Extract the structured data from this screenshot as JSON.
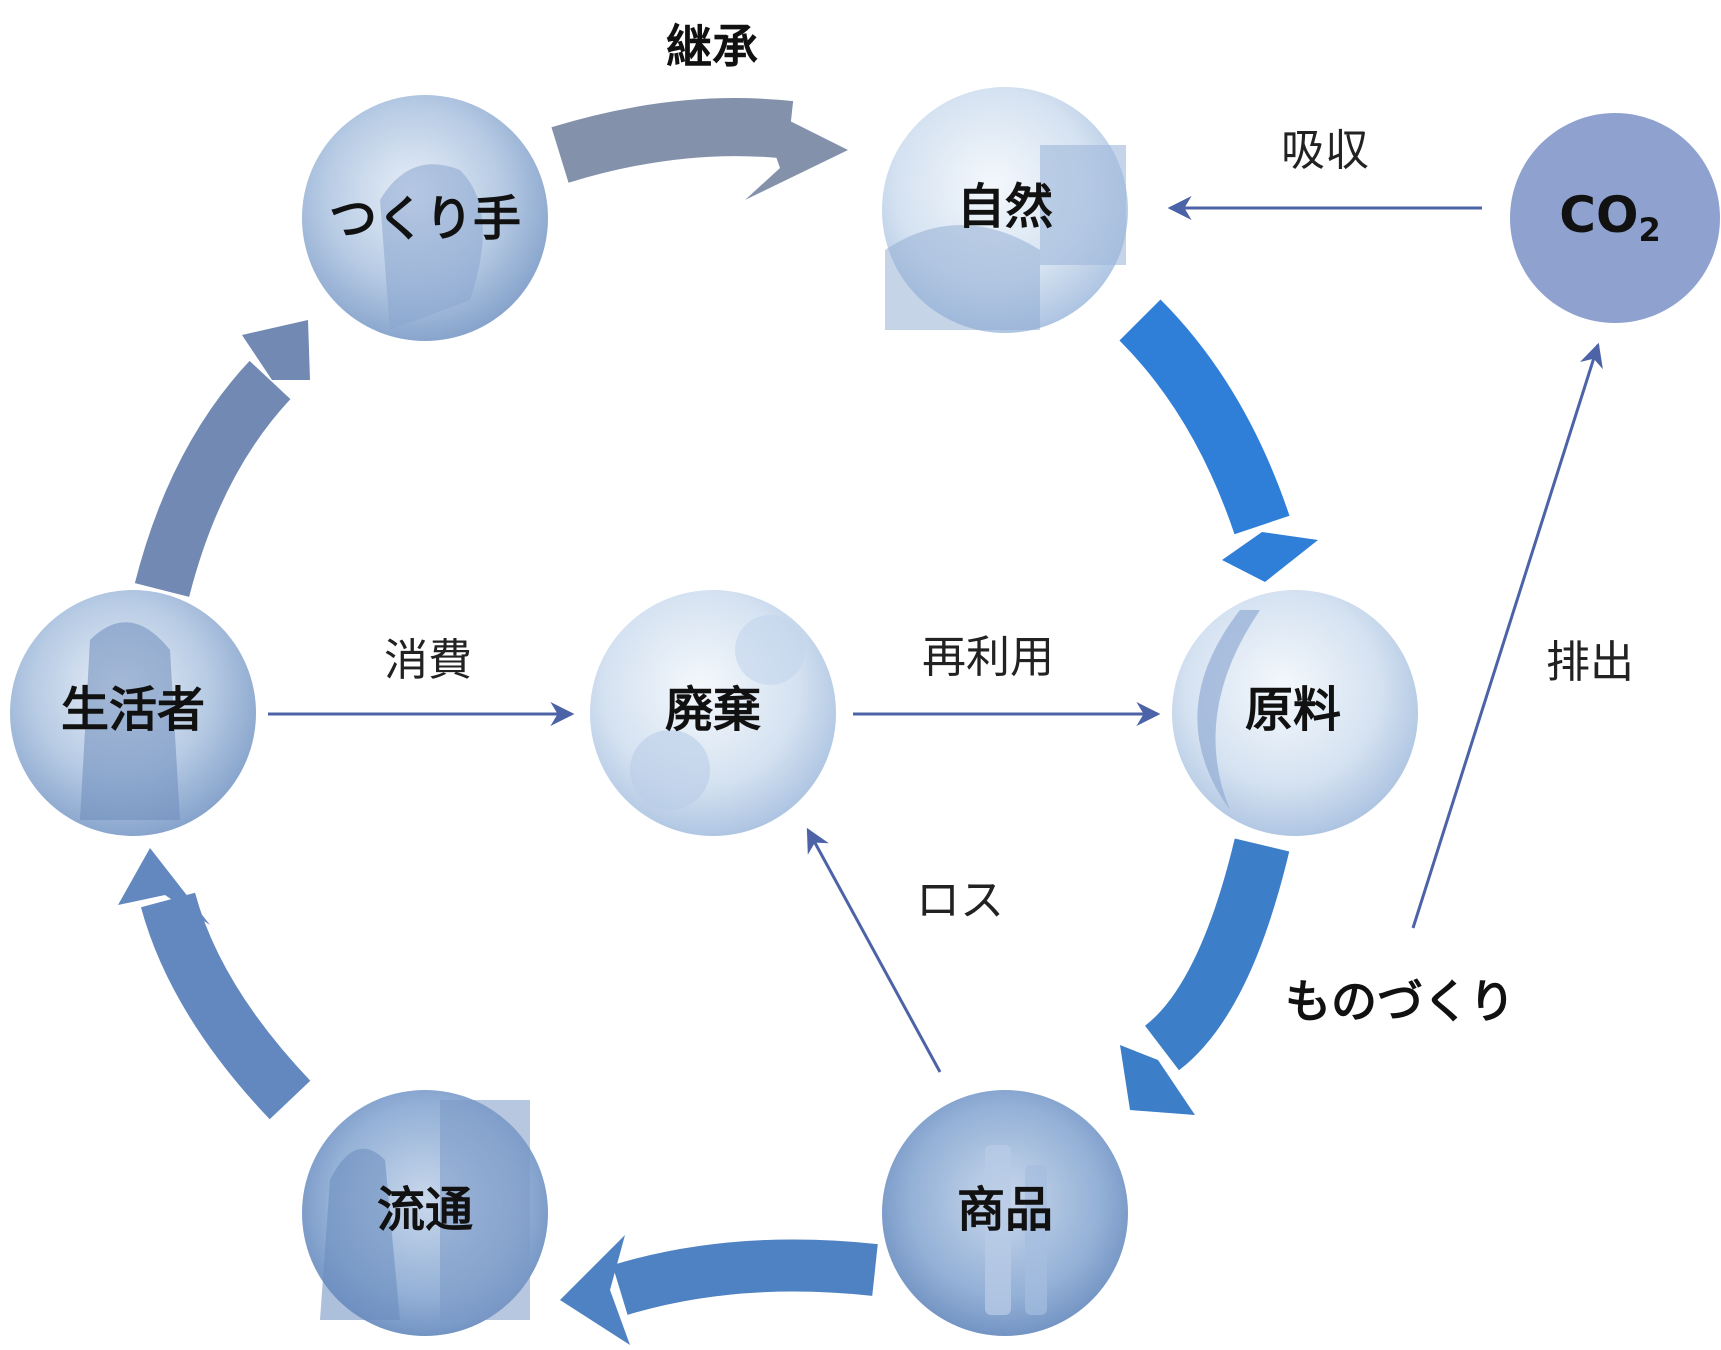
{
  "nodes": {
    "tsukurite": "つくり手",
    "shizen": "自然",
    "genryo": "原料",
    "shohin": "商品",
    "ryutsu": "流通",
    "seikatsusha": "生活者",
    "haiki": "廃棄",
    "co2_main": "CO",
    "co2_sub": "2"
  },
  "edges": {
    "keisho": "継承",
    "monozukuri": "ものづくり",
    "kyushu": "吸収",
    "haishutsu": "排出",
    "shohi": "消費",
    "sairiyo": "再利用",
    "loss": "ロス"
  },
  "colors": {
    "arrow_slate": "#8391ab",
    "arrow_blue_bright": "#2f7fd8",
    "arrow_blue_mid": "#3d7ec9",
    "arrow_blue_steel": "#5a86bf",
    "arrow_blue_grey": "#7189b3",
    "thin_line": "#4d63a8",
    "co2_fill": "#8fa2cf",
    "photo_light": "#dbe6f3",
    "photo_mid": "#a9bfdc",
    "photo_dark": "#6e8dbc"
  }
}
